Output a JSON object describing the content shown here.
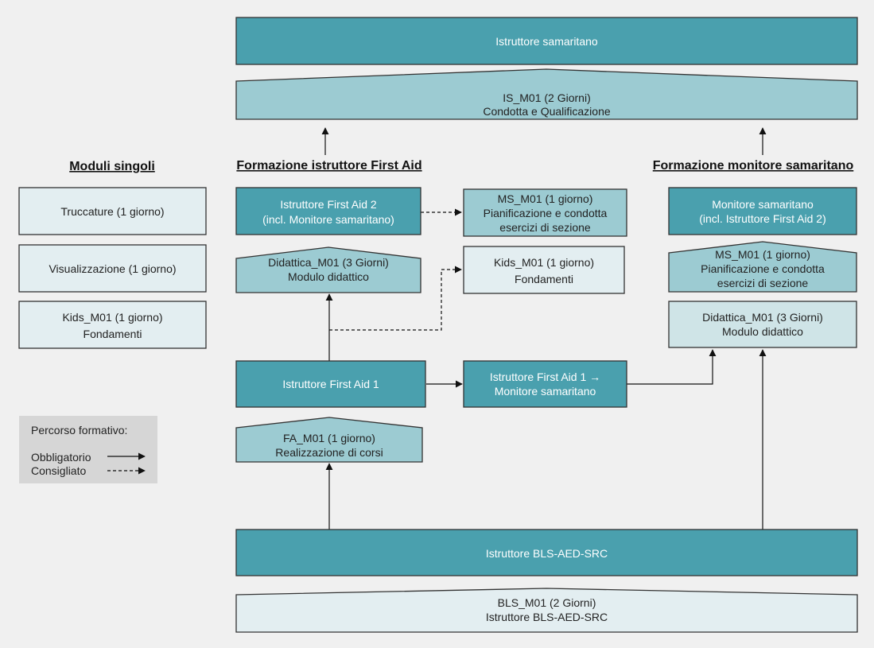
{
  "colors": {
    "background": "#f0f0f0",
    "dark_teal": "#4aa0ae",
    "mid_teal": "#9ccbd2",
    "light_teal": "#cfe4e7",
    "pale": "#e3eef1",
    "border": "#333333",
    "legend_bg": "#d6d6d6"
  },
  "headers": {
    "moduli": "Moduli singoli",
    "first_aid": "Formazione istruttore First Aid",
    "monitore": "Formazione monitore samaritano"
  },
  "nodes": {
    "istruttore_samaritano": [
      "Istruttore samaritano"
    ],
    "is_m01": [
      "IS_M01 (2 Giorni)",
      "Condotta e Qualificazione"
    ],
    "truccature": [
      "Truccature (1 giorno)"
    ],
    "visualizzazione": [
      "Visualizzazione (1 giorno)"
    ],
    "kids_left": [
      "Kids_M01 (1 giorno)",
      "Fondamenti"
    ],
    "fa2": [
      "Istruttore First Aid 2",
      "(incl. Monitore samaritano)"
    ],
    "ms_m01_center": [
      "MS_M01 (1 giorno)",
      "Pianificazione e condotta",
      "esercizi di sezione"
    ],
    "didattica_left": [
      "Didattica_M01 (3 Giorni)",
      "Modulo didattico"
    ],
    "kids_center": [
      "Kids_M01 (1 giorno)",
      "Fondamenti"
    ],
    "monitore": [
      "Monitore samaritano",
      "(incl. Istruttore First Aid 2)"
    ],
    "ms_m01_right": [
      "MS_M01 (1 giorno)",
      "Pianificazione e condotta",
      "esercizi di sezione"
    ],
    "didattica_right": [
      "Didattica_M01 (3 Giorni)",
      "Modulo didattico"
    ],
    "fa1": [
      "Istruttore First Aid 1"
    ],
    "fa1_monitore": [
      "Istruttore First Aid 1 →",
      "Monitore samaritano"
    ],
    "fa_m01": [
      "FA_M01 (1 giorno)",
      "Realizzazione di corsi"
    ],
    "bls_istruttore": [
      "Istruttore BLS-AED-SRC"
    ],
    "bls_m01": [
      "BLS_M01 (2 Giorni)",
      "Istruttore BLS-AED-SRC"
    ]
  },
  "legend": {
    "title": "Percorso formativo:",
    "mandatory": "Obbligatorio",
    "recommended": "Consigliato"
  }
}
